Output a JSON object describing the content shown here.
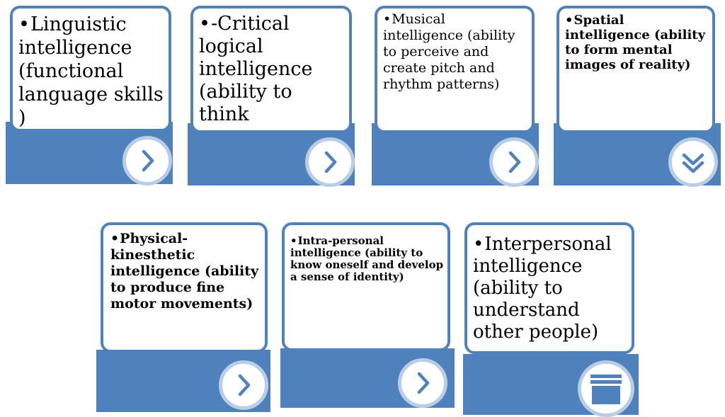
{
  "colors": {
    "accent": "#4f81bd",
    "circle_ring": "#b9cde5",
    "background": "#ffffff"
  },
  "cards": [
    {
      "bullet": "•",
      "text": "Linguistic intelligence (functional language skills )",
      "icon": "chevron-right-icon"
    },
    {
      "bullet": "•",
      "text": "-Critical logical intelligence (ability to think",
      "icon": "chevron-right-icon"
    },
    {
      "bullet": "•",
      "text": "Musical intelligence (ability to perceive and create pitch and rhythm patterns)",
      "icon": "chevron-right-icon"
    },
    {
      "bullet": "•",
      "text": "Spatial intelligence (ability to form mental images of reality)",
      "icon": "double-chevron-down-icon"
    },
    {
      "bullet": "•",
      "text": "Physical-kinesthetic intelligence (ability to produce fine motor movements)",
      "icon": "chevron-right-icon"
    },
    {
      "bullet": "•",
      "text": "Intra-personal intelligence (ability to know oneself and develop a sense of identity)",
      "icon": "chevron-right-icon"
    },
    {
      "bullet": "•",
      "text": "Interpersonal intelligence (ability to understand other people)",
      "icon": "archive-box-icon"
    }
  ]
}
